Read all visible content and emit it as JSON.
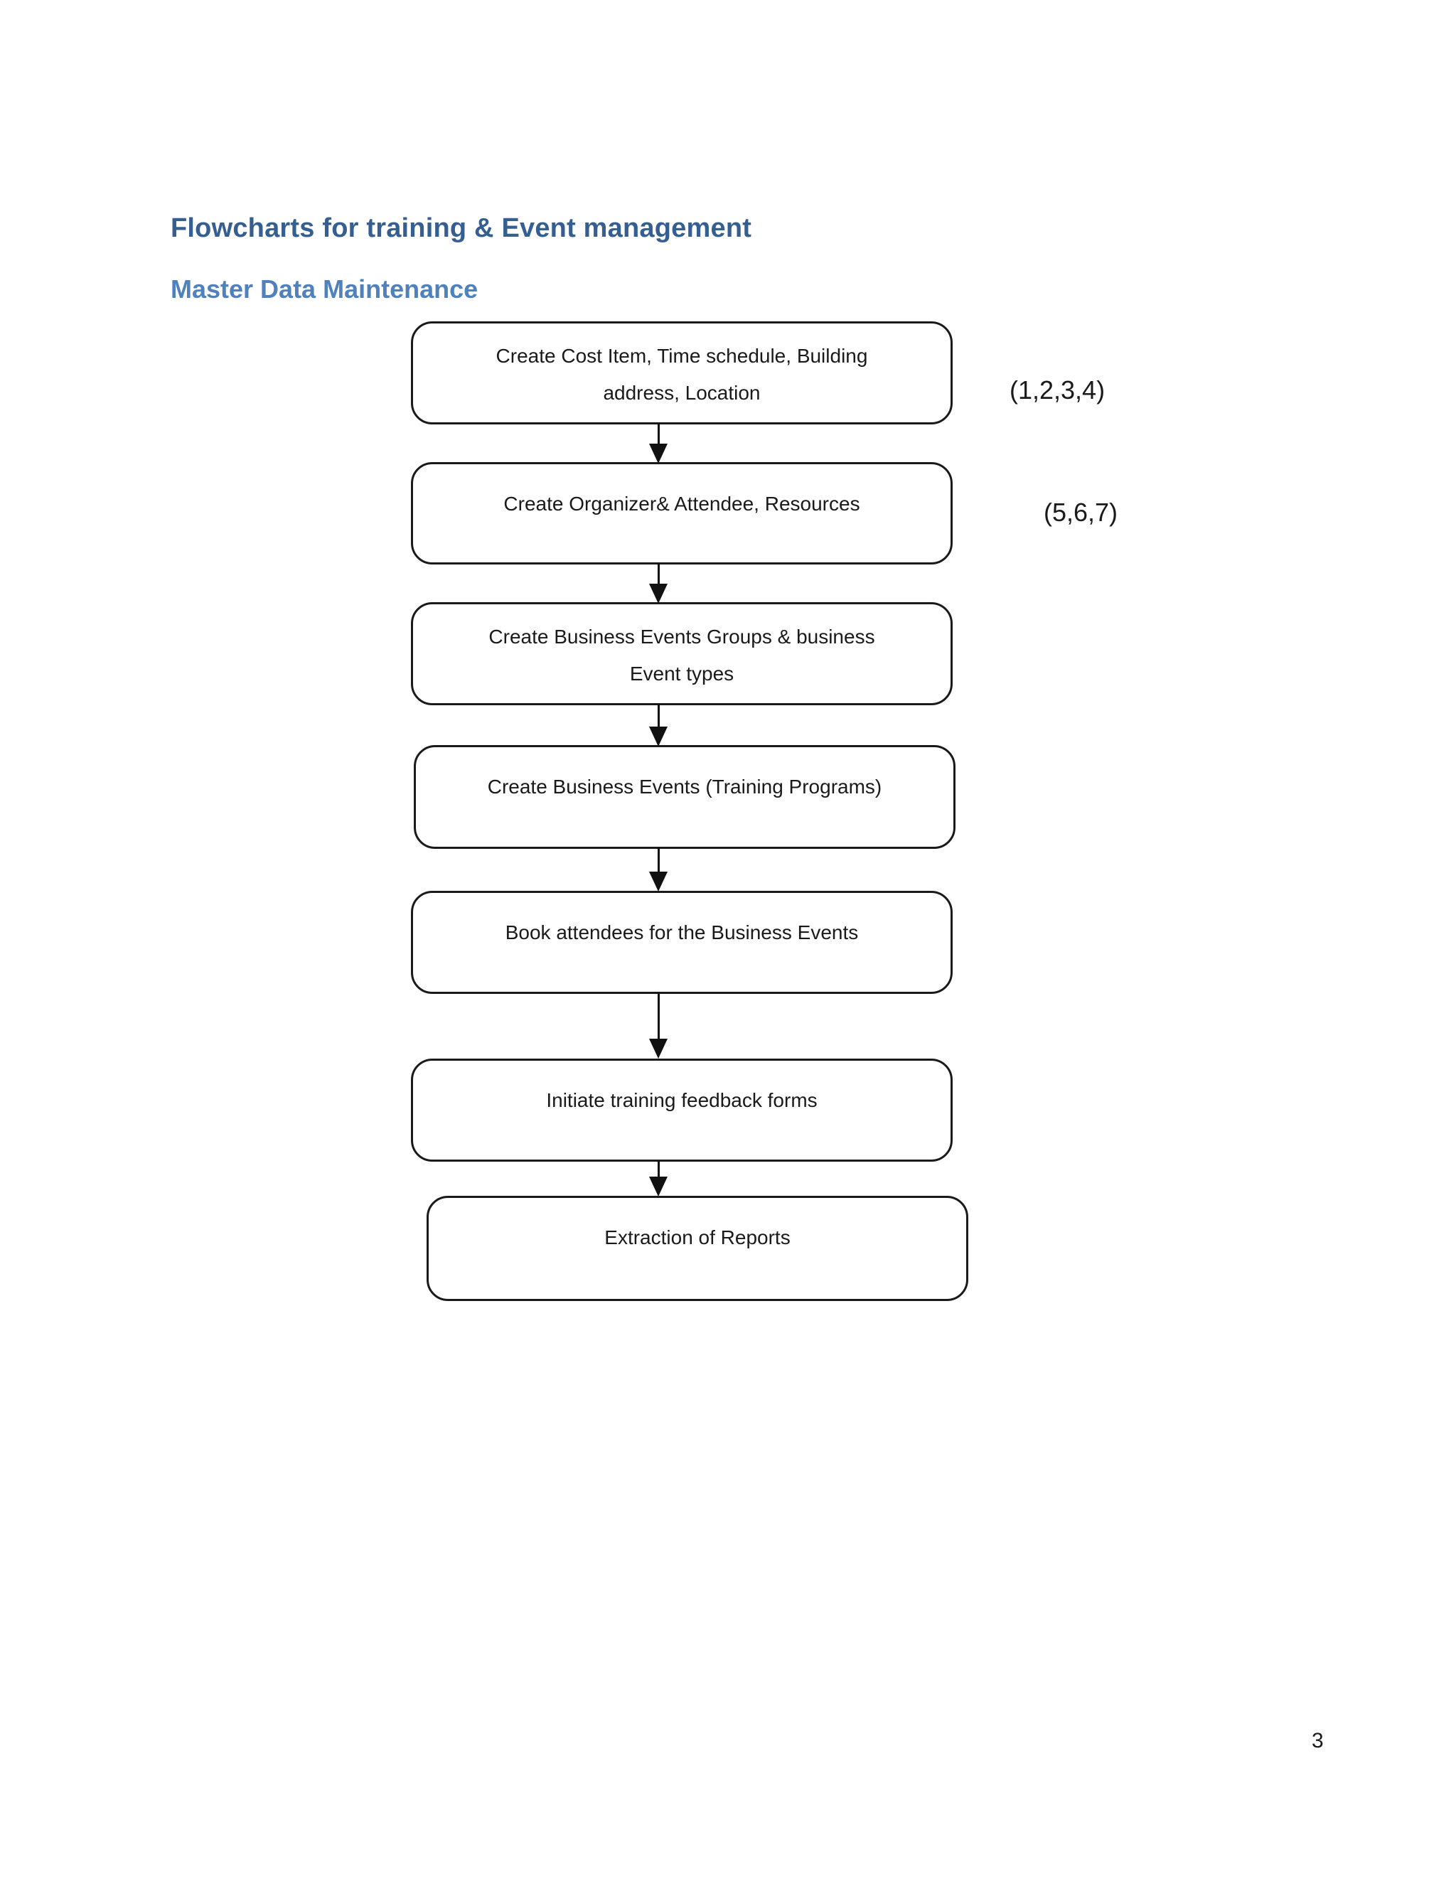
{
  "document": {
    "heading1": "Flowcharts for training & Event management",
    "heading2": "Master Data Maintenance",
    "page_number": "3"
  },
  "colors": {
    "heading1": "#365f91",
    "heading2": "#4f81bd",
    "box_border": "#1a1a1a",
    "box_text": "#1a1a1a",
    "arrow": "#111111"
  },
  "flowchart": {
    "boxes": [
      {
        "name": "create-cost-item",
        "lines": [
          "Create Cost Item, Time schedule, Building",
          "address, Location"
        ]
      },
      {
        "name": "create-organizer-attendee",
        "lines": [
          "Create Organizer& Attendee, Resources"
        ]
      },
      {
        "name": "create-event-groups",
        "lines": [
          "Create Business Events Groups & business",
          "Event types"
        ]
      },
      {
        "name": "create-business-events",
        "lines": [
          "Create Business Events (Training Programs)"
        ]
      },
      {
        "name": "book-attendees",
        "lines": [
          "Book attendees for the Business Events"
        ]
      },
      {
        "name": "initiate-feedback",
        "lines": [
          "Initiate training feedback forms"
        ]
      },
      {
        "name": "extraction-of-reports",
        "lines": [
          "Extraction of Reports"
        ]
      }
    ],
    "annotations": [
      {
        "text": "(1,2,3,4)"
      },
      {
        "text": "(5,6,7)"
      }
    ]
  }
}
